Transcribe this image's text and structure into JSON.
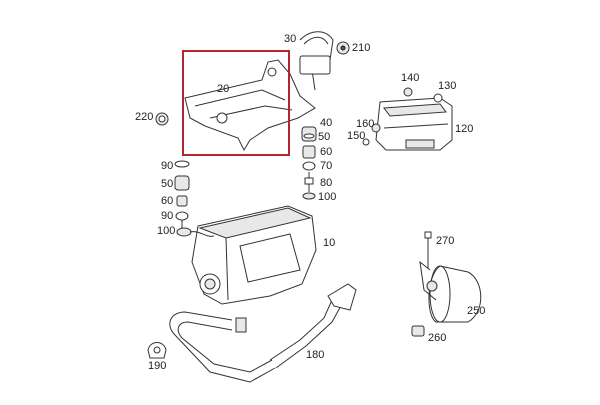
{
  "highlight_color": "#b3262e",
  "callouts": {
    "c10": "10",
    "c20": "20",
    "c30": "30",
    "c40": "40",
    "c50a": "50",
    "c50b": "50",
    "c60a": "60",
    "c60b": "60",
    "c70": "70",
    "c80": "80",
    "c90a": "90",
    "c90b": "90",
    "c100a": "100",
    "c100b": "100",
    "c120": "120",
    "c130": "130",
    "c140": "140",
    "c150": "150",
    "c160": "160",
    "c180": "180",
    "c190": "190",
    "c210": "210",
    "c220": "220",
    "c250": "250",
    "c260": "260",
    "c270": "270"
  }
}
